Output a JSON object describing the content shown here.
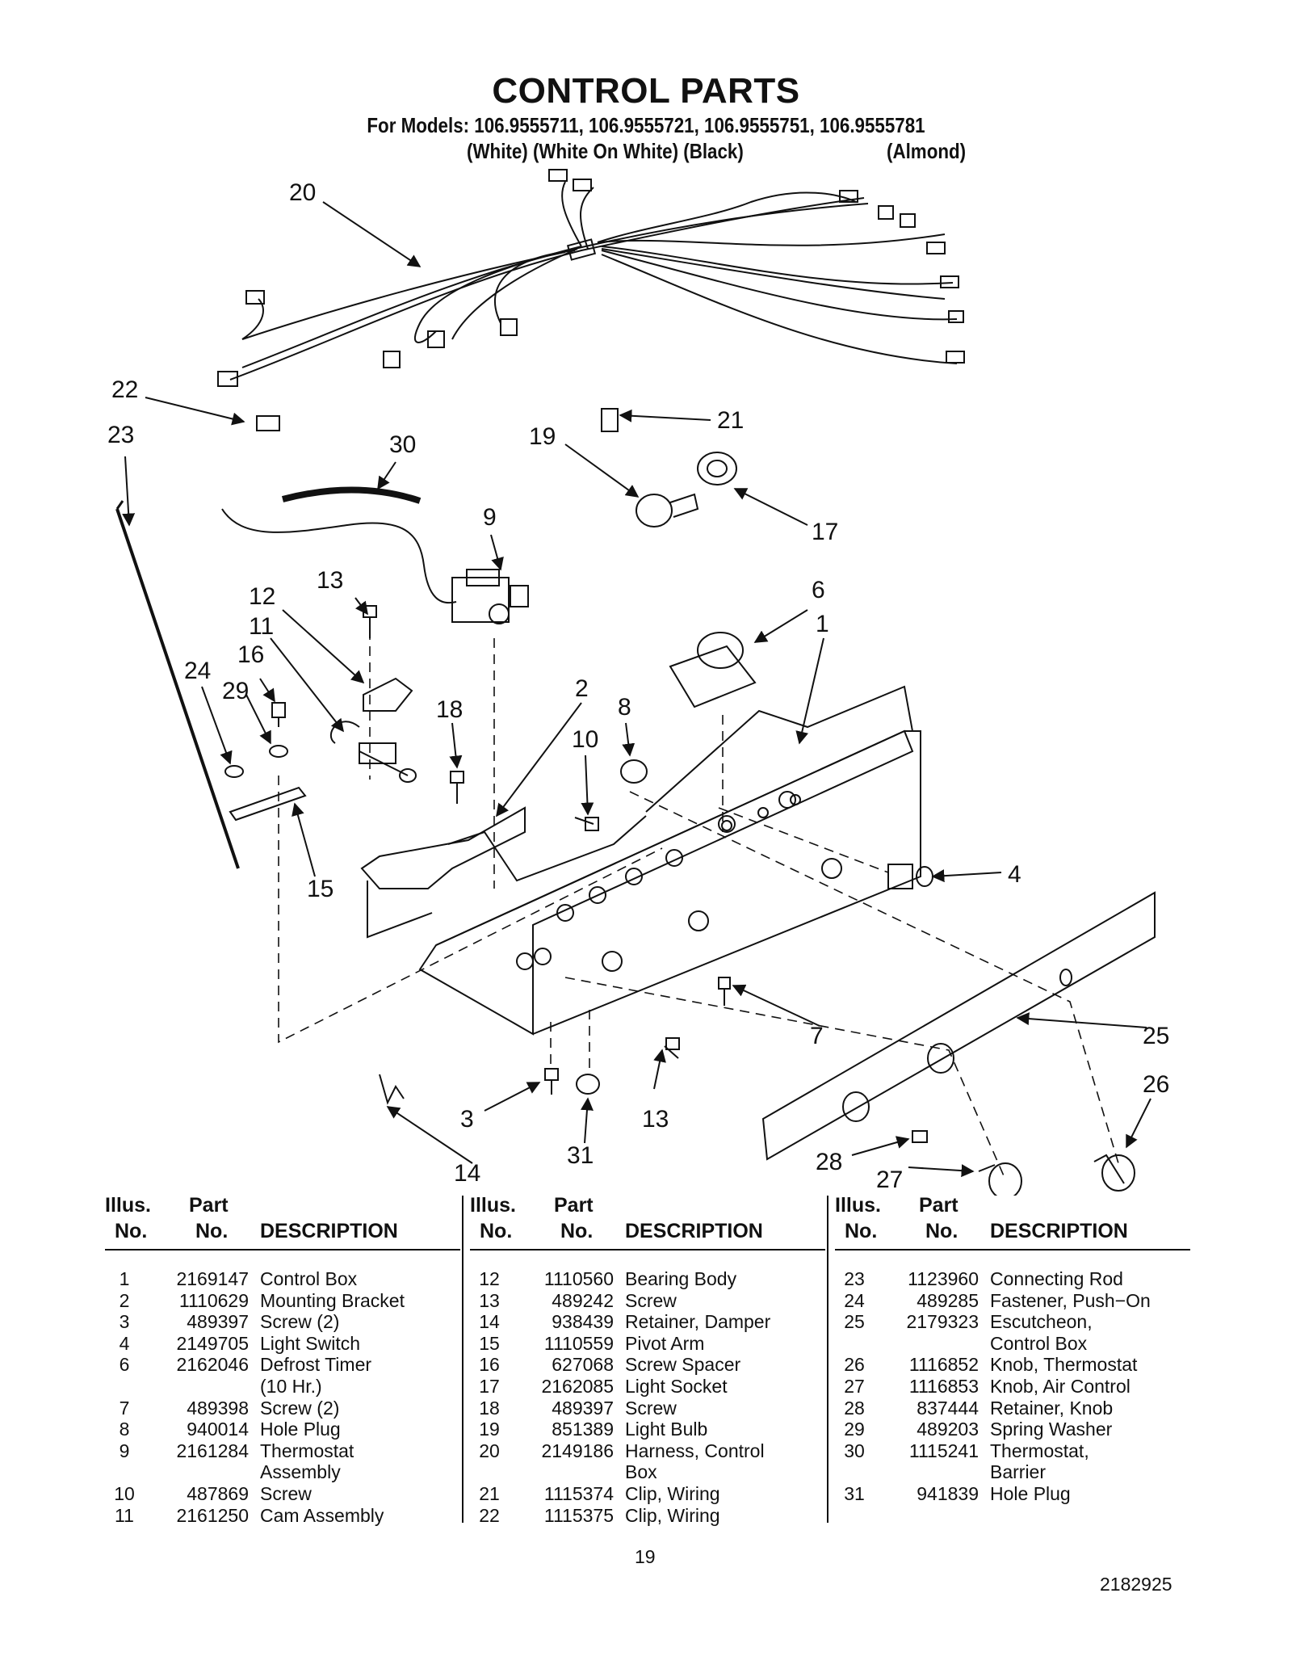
{
  "header": {
    "title": "CONTROL PARTS",
    "models": "For Models: 106.9555711, 106.9555721, 106.9555751, 106.9555781",
    "colors_left": "(White) (White On White) (Black)",
    "colors_right": "(Almond)"
  },
  "callouts": [
    "20",
    "22",
    "23",
    "30",
    "19",
    "21",
    "17",
    "9",
    "13",
    "12",
    "11",
    "16",
    "24",
    "29",
    "6",
    "1",
    "18",
    "2",
    "8",
    "10",
    "4",
    "15",
    "7",
    "25",
    "26",
    "3",
    "13",
    "14",
    "31",
    "28",
    "27"
  ],
  "table_headers": {
    "illus": "Illus.",
    "no": "No.",
    "part": "Part",
    "part_no": "No.",
    "description": "DESCRIPTION"
  },
  "columns": [
    [
      {
        "no": "1",
        "part": "2169147",
        "desc": "Control Box"
      },
      {
        "no": "2",
        "part": "1110629",
        "desc": "Mounting Bracket"
      },
      {
        "no": "3",
        "part": "489397",
        "desc": "Screw (2)"
      },
      {
        "no": "4",
        "part": "2149705",
        "desc": "Light Switch"
      },
      {
        "no": "6",
        "part": "2162046",
        "desc": "Defrost Timer"
      },
      {
        "no": "",
        "part": "",
        "desc": "(10 Hr.)"
      },
      {
        "no": "7",
        "part": "489398",
        "desc": "Screw (2)"
      },
      {
        "no": "8",
        "part": "940014",
        "desc": "Hole Plug"
      },
      {
        "no": "9",
        "part": "2161284",
        "desc": "Thermostat"
      },
      {
        "no": "",
        "part": "",
        "desc": "Assembly"
      },
      {
        "no": "10",
        "part": "487869",
        "desc": "Screw"
      },
      {
        "no": "11",
        "part": "2161250",
        "desc": "Cam Assembly"
      }
    ],
    [
      {
        "no": "12",
        "part": "1110560",
        "desc": "Bearing Body"
      },
      {
        "no": "13",
        "part": "489242",
        "desc": "Screw"
      },
      {
        "no": "14",
        "part": "938439",
        "desc": "Retainer, Damper"
      },
      {
        "no": "15",
        "part": "1110559",
        "desc": "Pivot Arm"
      },
      {
        "no": "16",
        "part": "627068",
        "desc": "Screw Spacer"
      },
      {
        "no": "17",
        "part": "2162085",
        "desc": "Light Socket"
      },
      {
        "no": "18",
        "part": "489397",
        "desc": "Screw"
      },
      {
        "no": "19",
        "part": "851389",
        "desc": "Light Bulb"
      },
      {
        "no": "20",
        "part": "2149186",
        "desc": "Harness, Control"
      },
      {
        "no": "",
        "part": "",
        "desc": "Box"
      },
      {
        "no": "21",
        "part": "1115374",
        "desc": "Clip, Wiring"
      },
      {
        "no": "22",
        "part": "1115375",
        "desc": "Clip, Wiring"
      }
    ],
    [
      {
        "no": "23",
        "part": "1123960",
        "desc": "Connecting Rod"
      },
      {
        "no": "24",
        "part": "489285",
        "desc": "Fastener, Push−On"
      },
      {
        "no": "25",
        "part": "2179323",
        "desc": "Escutcheon,"
      },
      {
        "no": "",
        "part": "",
        "desc": "Control Box"
      },
      {
        "no": "26",
        "part": "1116852",
        "desc": "Knob, Thermostat"
      },
      {
        "no": "27",
        "part": "1116853",
        "desc": "Knob, Air Control"
      },
      {
        "no": "28",
        "part": "837444",
        "desc": "Retainer, Knob"
      },
      {
        "no": "29",
        "part": "489203",
        "desc": "Spring Washer"
      },
      {
        "no": "30",
        "part": "1115241",
        "desc": "Thermostat,"
      },
      {
        "no": "",
        "part": "",
        "desc": "Barrier"
      },
      {
        "no": "31",
        "part": "941839",
        "desc": "Hole Plug"
      }
    ]
  ],
  "footer": {
    "page_number": "19",
    "document_number": "2182925"
  }
}
